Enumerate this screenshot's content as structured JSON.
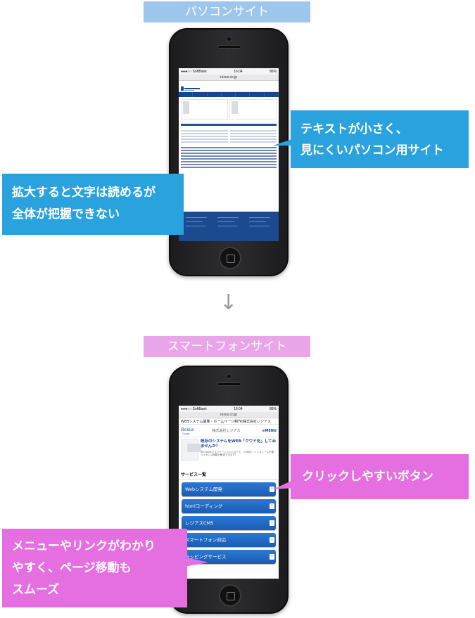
{
  "labels": {
    "pc_site": "パソコンサイト",
    "sp_site": "スマートフォンサイト"
  },
  "pc_phone": {
    "status": {
      "carrier": "●●●○○ SoftBank",
      "time": "16:04",
      "battery": "86%"
    },
    "url": "rexus.co.jp"
  },
  "sp_phone": {
    "status": {
      "carrier": "●●●○○ SoftBank",
      "time": "16:04",
      "battery": "86%"
    },
    "url": "rexus.co.jp",
    "page_title": "WEBシステム開発・ホームページ制作|株式会社レジアス",
    "logo": "Rexus Corporation",
    "company": "株式会社レジアス",
    "menu": "≡MENU",
    "promo_title": "既存のシステムをWEB「クウド化」してみませんか？",
    "promo_small": "Windowsアプリケーションに比べて、OS依存・インストール不要・ライセンス問題が解消できます！",
    "section_title": "サービス一覧",
    "buttons": [
      "Webシステム開発",
      "htmlコーディング",
      "レジアスCMS",
      "スマートフォン対応",
      "ラッピングサービス"
    ]
  },
  "callouts": {
    "pc_small_text": [
      "テキストが小さく、",
      "見にくいパソコン用サイト"
    ],
    "pc_zoom": [
      "拡大すると文字は読めるが",
      "全体が把握できない"
    ],
    "sp_button": "クリックしやすいボタン",
    "sp_nav": [
      "メニューやリンクがわかり",
      "やすく、ページ移動も",
      "スムーズ"
    ]
  },
  "colors": {
    "pc_label": "#9cc6ec",
    "sp_label": "#e8a6e8",
    "callout_blue": "#2aa2dd",
    "callout_pink": "#e56fe0",
    "site_blue": "#1b5cb2"
  },
  "icons": {
    "arrow": "down-arrow-icon"
  }
}
